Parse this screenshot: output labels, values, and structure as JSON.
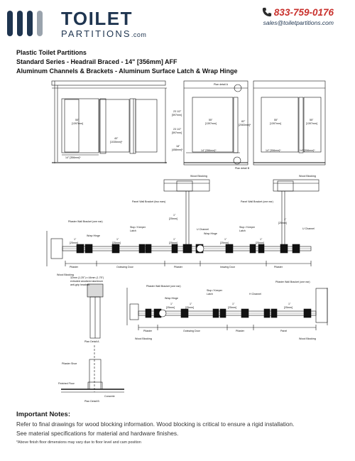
{
  "brand": {
    "name_line1": "TOILET",
    "name_line2": "PARTITIONS",
    "domain": ".com",
    "phone": "833-759-0176",
    "email": "sales@toiletpartitions.com",
    "colors": {
      "navy": "#1f3550",
      "accent": "#c9302c"
    },
    "phone_icon": "phone-icon"
  },
  "titles": [
    "Plastic Toilet Partitions",
    "Standard Series - Headrail Braced - 14\" [356mm] AFF",
    "Aluminum Channels & Brackets - Aluminum Surface Latch & Wrap Hinge"
  ],
  "elevations": {
    "left": {
      "dim1": "55\"",
      "dim1b": "[1397mm]",
      "dim2": "40\"",
      "dim2b": "[1035mm]*",
      "dim3": "14\" [356mm]*"
    },
    "middle": {
      "plan_a": "Plan detail A",
      "plan_b": "Plan detail B",
      "d1": "23 1/2\"",
      "d1b": "[597mm]",
      "d2": "23 1/2\"",
      "d2b": "[597mm]",
      "d3": "18\"",
      "d3b": "[458mm]*",
      "d4": "55\"",
      "d4b": "[1397mm]",
      "d5": "82\"",
      "d5b": "[2083mm]*",
      "d6": "14\" [356mm]*"
    },
    "right": {
      "d1": "55\"",
      "d1b": "[1397mm]",
      "d2": "55\"",
      "d2b": "[1397mm]",
      "d3": "14\" [356mm]*",
      "d4": "14\" [356mm]*"
    }
  },
  "plan1": {
    "labels": {
      "wood_blocking_top": "Wood Blocking",
      "wood_blocking_top2": "Wood Blocking",
      "panel_bracket_two": "Panel Wall Bracket (two ears)",
      "panel_bracket_one": "Panel Wall Bracket (one ear)",
      "pilaster_bracket": "Pilaster Wall Bracket (one ear)",
      "wrap_hinge": "Wrap Hinge",
      "stop_keeper": "Stop / Keeper",
      "latch": "Latch",
      "u_channel": "U Channel",
      "wrap_hinge2": "Wrap Hinge",
      "stop_keeper2": "Stop / Keeper",
      "latch2": "Latch",
      "u_channel2": "U Channel",
      "wood_blocking_left": "Wood Blocking",
      "pilaster": "Pilaster",
      "outswing": "Outswing Door",
      "pilaster2": "Pilaster",
      "inswing": "Inswing Door",
      "pilaster3": "Pilaster"
    },
    "dims": [
      "1\"",
      "[25mm]",
      "1\"",
      "[25mm]",
      "1\"",
      "[25mm]",
      "1\"",
      "[25mm]",
      "1\"",
      "[25mm]",
      "1\"",
      "[25mm]",
      "1\"",
      "[25mm]"
    ]
  },
  "headrail": {
    "text": [
      "32mm (1.25\") x 44mm (1.75\")",
      "extruded anodized aluminum",
      "anti-grip headrail."
    ],
    "plan_a": "Plan Detail A",
    "pilaster_shoe": "Pilaster Shoe",
    "finished_floor": "Finished Floor",
    "concrete": "Concrete",
    "plan_b": "Plan Detail B"
  },
  "plan2": {
    "labels": {
      "pilaster_bracket": "Pilaster Wall Bracket (one ear)",
      "pilaster_bracket2": "Pilaster Wall Bracket (one ear)",
      "stop_keeper": "Stop / Keeper",
      "latch": "Latch",
      "h_channel": "H Channel",
      "wrap_hinge": "Wrap Hinge",
      "wood_blocking_l": "Wood Blocking",
      "pilaster": "Pilaster",
      "outswing": "Outswing Door",
      "pilaster2": "Pilaster",
      "panel": "Panel",
      "wood_blocking_r": "Wood Blocking"
    },
    "dims": [
      "1\"",
      "[25mm]",
      "1\"",
      "[25mm]",
      "1\"",
      "[25mm]",
      "1\"",
      "[25mm]"
    ]
  },
  "notes": {
    "heading": "Important Notes:",
    "lines": [
      "Refer to final drawings for wood blocking information. Wood blocking is critical to ensure a rigid installation.",
      "See material specifications for material and hardware finishes."
    ],
    "footnote": "*Above finish floor dimensions may vary due to floor level and cam position"
  }
}
